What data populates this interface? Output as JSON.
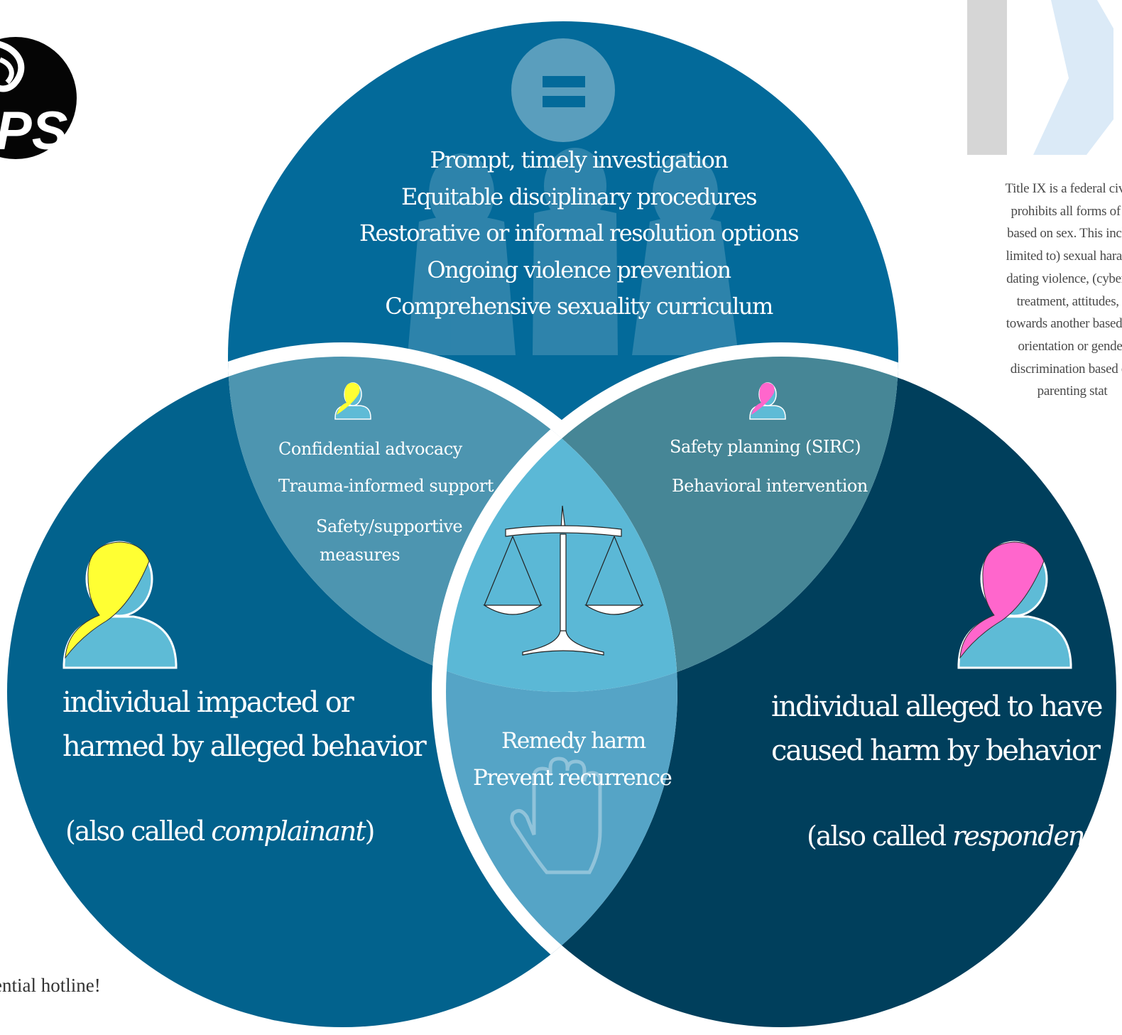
{
  "header": {
    "big_letters": "IX"
  },
  "logo": {
    "text": "PS"
  },
  "top_circle": {
    "items": [
      "Prompt, timely investigation",
      "Equitable disciplinary procedures",
      "Restorative or informal resolution options",
      "Ongoing violence prevention",
      "Comprehensive sexuality curriculum"
    ]
  },
  "left_lens": {
    "items": [
      "Confidential advocacy",
      "Trauma-informed support",
      "Safety/supportive",
      "measures"
    ]
  },
  "right_lens": {
    "items": [
      "Safety planning (SIRC)",
      "Behavioral intervention"
    ]
  },
  "bottom_lens": {
    "items": [
      "Remedy harm",
      "Prevent recurrence"
    ]
  },
  "left_circle": {
    "line1": "individual impacted or",
    "line2": "harmed by alleged behavior",
    "aka_prefix": "(also called ",
    "aka_term": "complainant",
    "aka_suffix": ")"
  },
  "right_circle": {
    "line1": "individual alleged to have",
    "line2": "caused harm by behavior",
    "aka_prefix": "(also called ",
    "aka_term": "respondent",
    "aka_suffix": ")"
  },
  "side_text": {
    "lines": [
      "Title IX is a federal civil r",
      "prohibits all forms of di",
      "based on sex. This incluc",
      "limited to) sexual harassn",
      "dating violence, (cyber)st",
      "treatment, attitudes, c",
      "towards another based up",
      "orientation or gender",
      "discrimination based on",
      "parenting stat"
    ]
  },
  "footer": {
    "hotline": "idential hotline!"
  },
  "colors": {
    "top": "#036a9a",
    "left": "#02628d",
    "right": "#003f5c",
    "lens_left": "#4d95b0",
    "lens_right": "#468696",
    "lens_bottom": "#55a4c6",
    "center": "#5bb8d6",
    "complainant": "#ffff33",
    "respondent": "#ff66cc",
    "person_base": "#5ebbd6"
  },
  "icons": {
    "top": "equals-icon",
    "center": "scales-of-justice-icon",
    "bottom": "raised-hand-icon"
  }
}
